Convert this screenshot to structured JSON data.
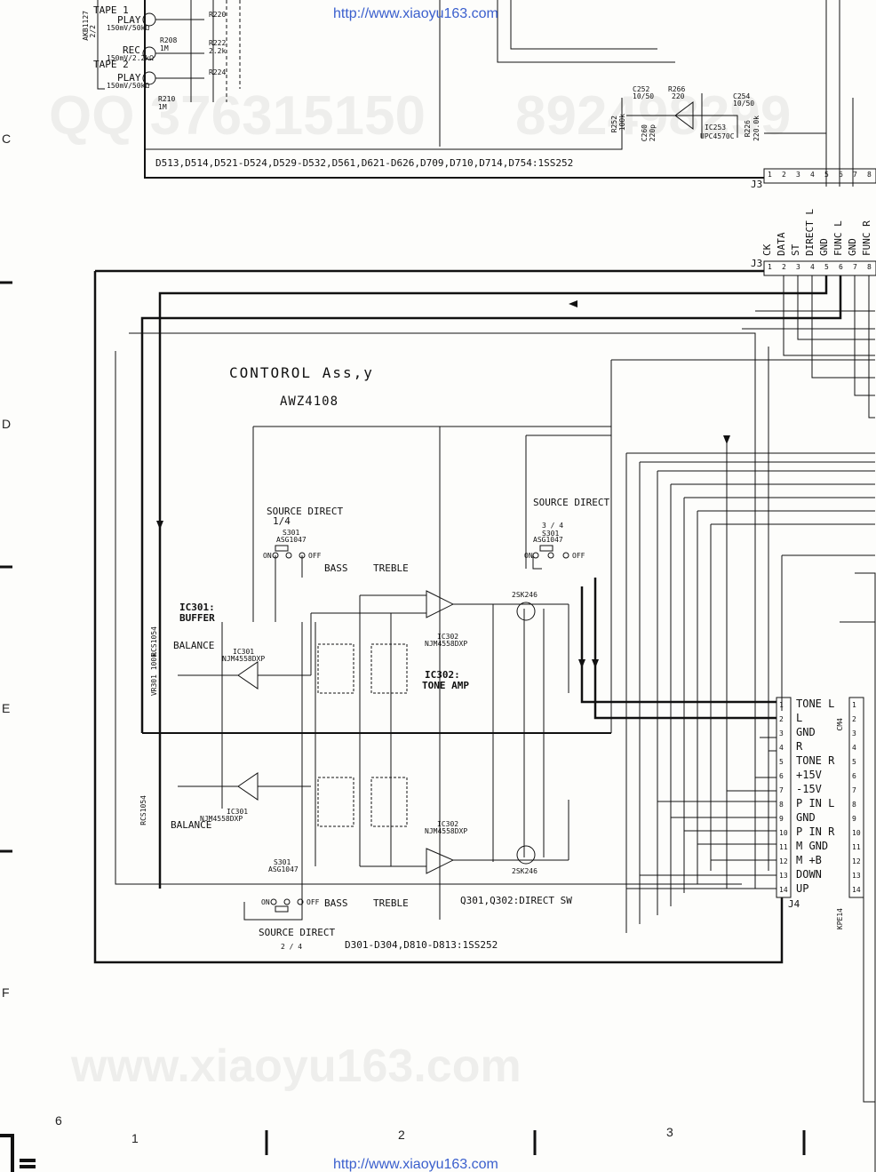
{
  "urls": {
    "top": "http://www.xiaoyu163.com",
    "bottom": "http://www.xiaoyu163.com"
  },
  "watermarks": {
    "qq": "QQ 376315150",
    "qq_num": "892498299",
    "site": "www.xiaoyu163.com"
  },
  "tape_section": {
    "tape1": "TAPE 1",
    "play1": "PLAY",
    "play1_spec": "150mV/50kΩ",
    "rec": "REC",
    "rec_spec": "150mV/2.2kΩ",
    "tape2": "TAPE 2",
    "play2": "PLAY",
    "play2_spec": "150mV/50kΩ",
    "connector": "AKB1127",
    "connector_part": "2/2",
    "r208": "R208",
    "r208_val": "1M",
    "r210": "R210",
    "r210_val": "1M",
    "r220": "R220",
    "r222": "R222",
    "r222_val": "2.2k",
    "r224": "R224"
  },
  "upper_right": {
    "c252": "C252",
    "c252_val": "10/50",
    "r266": "R266",
    "r266_val": "220",
    "c254": "C254",
    "c254_val": "10/50",
    "ic253": "IC253",
    "ic253_part": "UPC4570C",
    "r226": "R226",
    "r226_val": "220.0k",
    "r252": "R252",
    "r252_val": "100k",
    "c260": "C260",
    "c260_val": "220p"
  },
  "diode_note_top": "D513,D514,D521-D524,D529-D532,D561,D621-D626,D709,D710,D714,D754:1SS252",
  "j3": {
    "label_top": "J3",
    "label_bottom": "J3",
    "pins": [
      "1",
      "2",
      "3",
      "4",
      "5",
      "6",
      "7",
      "8"
    ],
    "signals": [
      "CK",
      "DATA",
      "ST",
      "DIRECT L",
      "GND",
      "FUNC L",
      "GND",
      "FUNC R"
    ]
  },
  "title": {
    "name": "CONTOROL Ass,y",
    "part": "AWZ4108"
  },
  "switches": {
    "sd1_label": "SOURCE DIRECT",
    "sd1_frac": "1/4",
    "sd2_label": "SOURCE DIRECT",
    "sd2_frac": "3 / 4",
    "sd3_label": "SOURCE DIRECT",
    "sd3_frac": "2 / 4",
    "s301": "S301",
    "asg": "ASG1047",
    "on": "ON",
    "off": "OFF"
  },
  "labels": {
    "bass": "BASS",
    "treble": "TREBLE",
    "ic301": "IC301:",
    "buffer": "BUFFER",
    "ic302": "IC302:",
    "tone_amp": "TONE AMP",
    "balance": "BALANCE",
    "q_note": "Q301,Q302:DIRECT SW",
    "diode_note_bottom": "D301-D304,D810-D813:1SS252",
    "ic301_part": "IC301",
    "njm": "NJM4558DXP",
    "ic302_part": "IC302",
    "q_part": "2SK246",
    "vr301": "VR301 100k",
    "rcs": "RCS1054"
  },
  "j4": {
    "label": "J4",
    "cm": "CM4",
    "kp": "KPE14",
    "pins": [
      "1",
      "2",
      "3",
      "4",
      "5",
      "6",
      "7",
      "8",
      "9",
      "10",
      "11",
      "12",
      "13",
      "14"
    ],
    "signals": [
      "TONE L",
      "L",
      "GND",
      "R",
      "TONE R",
      "+15V",
      "-15V",
      "P IN L",
      "GND",
      "P IN R",
      "M GND",
      "M +B",
      "DOWN",
      "UP"
    ]
  },
  "grid": {
    "rows": [
      "C",
      "D",
      "E",
      "F"
    ],
    "cols": [
      "1",
      "2",
      "3"
    ],
    "corner": "6"
  }
}
